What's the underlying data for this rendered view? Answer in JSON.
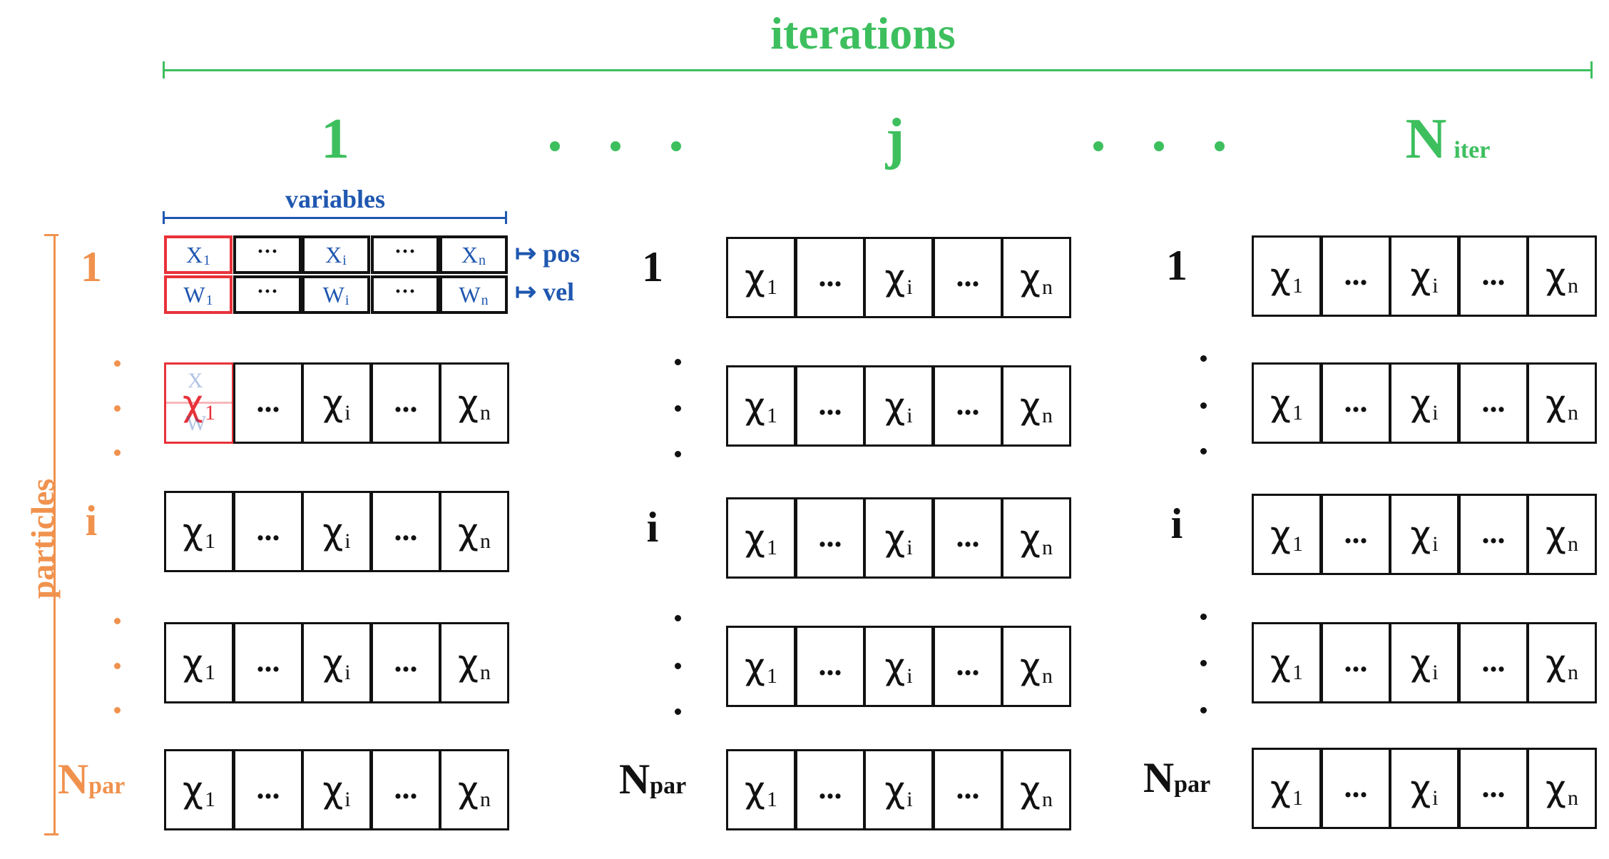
{
  "header": {
    "title": "iterations",
    "columns": [
      {
        "main": "1",
        "sub": ""
      },
      {
        "main": "j",
        "sub": ""
      },
      {
        "main": "N",
        "sub": "iter"
      }
    ]
  },
  "axis_label": "particles",
  "variables_label": "variables",
  "pos_label": "↦ pos",
  "vel_label": "↦ vel",
  "row_labels": [
    {
      "main": "1",
      "sub": ""
    },
    {
      "main": "i",
      "sub": ""
    },
    {
      "main": "N",
      "sub": "par"
    }
  ],
  "cell_symbol": "χ",
  "cell_subs": [
    "1",
    "",
    "i",
    "",
    "n"
  ],
  "dots_text": "...",
  "pos_symbol": "X",
  "vel_symbol": "W",
  "small_dots_text": "···",
  "colors": {
    "iterations": "#3dbf5e",
    "particles": "#f0924e",
    "variables": "#1f57b0",
    "highlight": "#e8323a",
    "cell_border": "#111111"
  }
}
